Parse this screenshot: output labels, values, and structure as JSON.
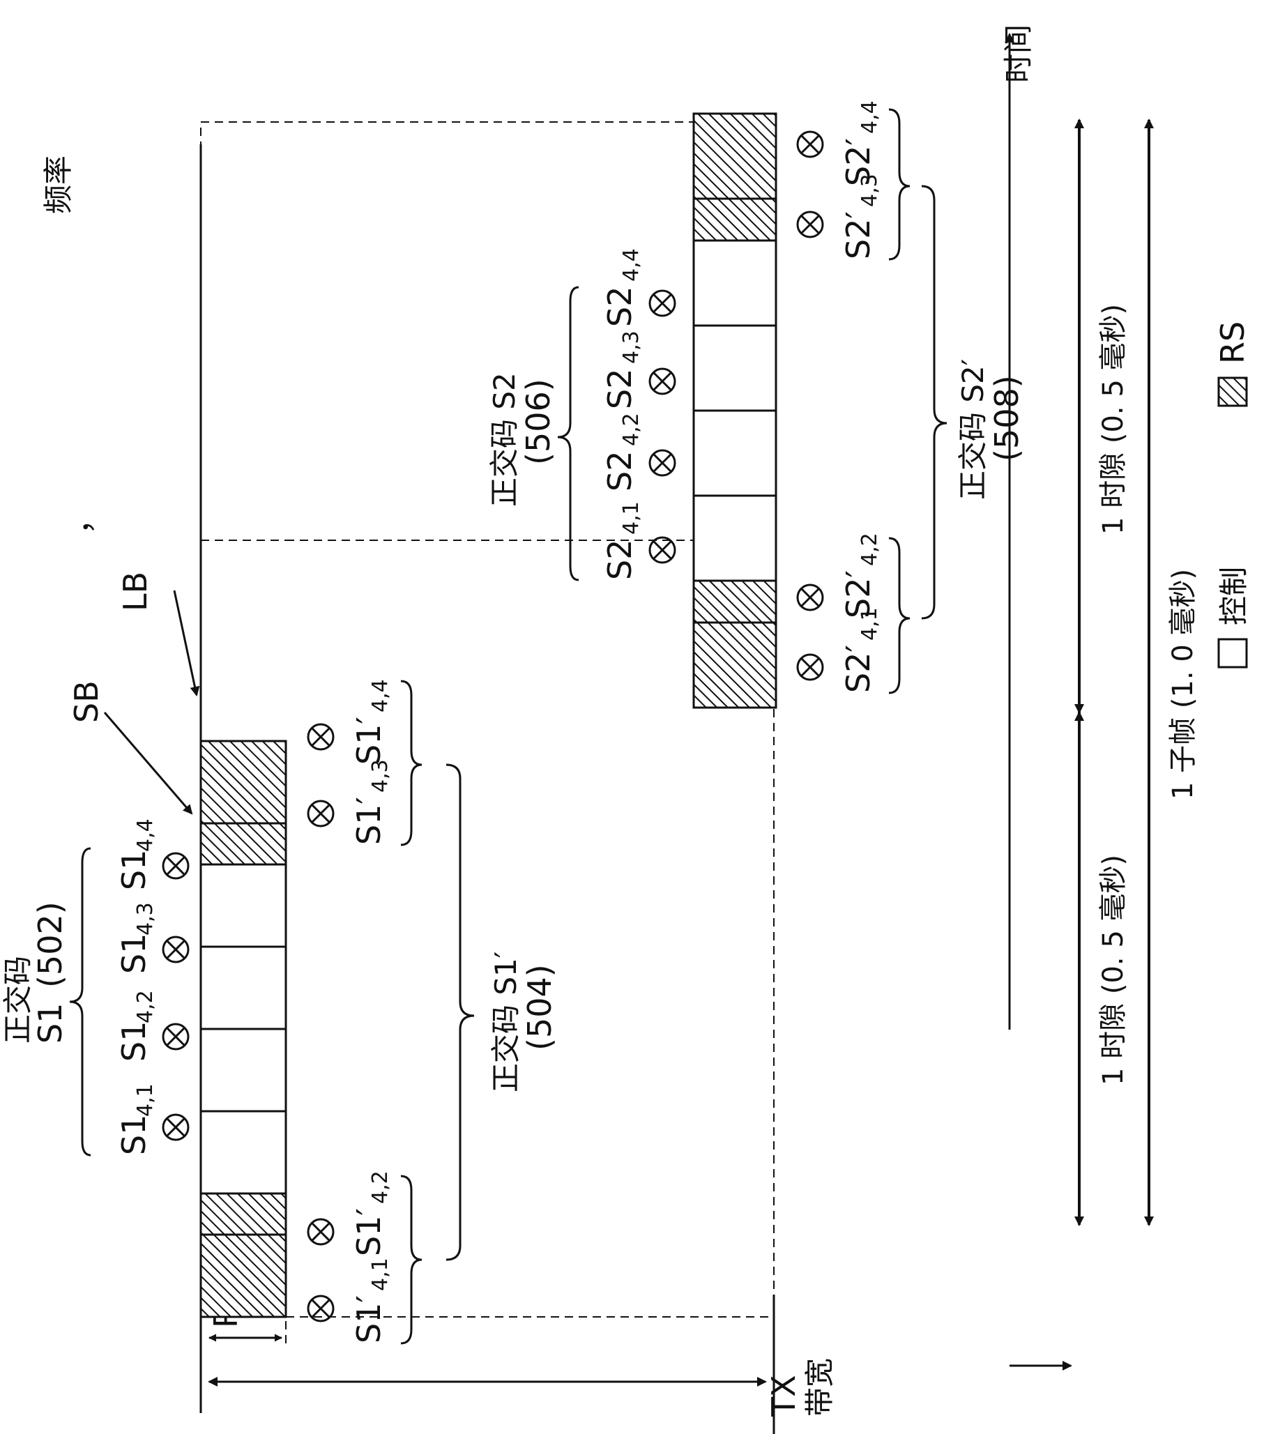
{
  "axes": {
    "frequency_label": "频率",
    "time_label": "时间"
  },
  "labels": {
    "ru": "RU",
    "tx_line1": "TX",
    "tx_line2": "带宽",
    "sb": "SB",
    "lb": "LB",
    "tick_mark": "，"
  },
  "codes": {
    "s1": {
      "title": "正交码",
      "name": "S1",
      "number": "(502)"
    },
    "s1p": {
      "title": "正交码 S1′",
      "number": "(504)"
    },
    "s2": {
      "title": "正交码 S2",
      "number": "(506)"
    },
    "s2p": {
      "title": "正交码 S2′",
      "number": "(508)"
    }
  },
  "symbols": {
    "s1": [
      {
        "base": "S1",
        "sub": "4,1"
      },
      {
        "base": "S1",
        "sub": "4,2"
      },
      {
        "base": "S1",
        "sub": "4,3"
      },
      {
        "base": "S1",
        "sub": "4,4"
      }
    ],
    "s1p": [
      {
        "base": "S1′",
        "sub": "4,1"
      },
      {
        "base": "S1′",
        "sub": "4,2"
      },
      {
        "base": "S1′",
        "sub": "4,3"
      },
      {
        "base": "S1′",
        "sub": "4,4"
      }
    ],
    "s2": [
      {
        "base": "S2",
        "sub": "4,1"
      },
      {
        "base": "S2",
        "sub": "4,2"
      },
      {
        "base": "S2",
        "sub": "4,3"
      },
      {
        "base": "S2",
        "sub": "4,4"
      }
    ],
    "s2p": [
      {
        "base": "S2′",
        "sub": "4,1"
      },
      {
        "base": "S2′",
        "sub": "4,2"
      },
      {
        "base": "S2′",
        "sub": "4,3"
      },
      {
        "base": "S2′",
        "sub": "4,4"
      }
    ]
  },
  "durations": {
    "slot1": "1 时隙 (0. 5 毫秒)",
    "slot2": "1 时隙 (0. 5 毫秒)",
    "subframe": "1 子帧 (1. 0 毫秒)"
  },
  "legend": {
    "control": "控制",
    "rs": "RS"
  },
  "colors": {
    "ink": "#111111",
    "background": "#ffffff"
  }
}
